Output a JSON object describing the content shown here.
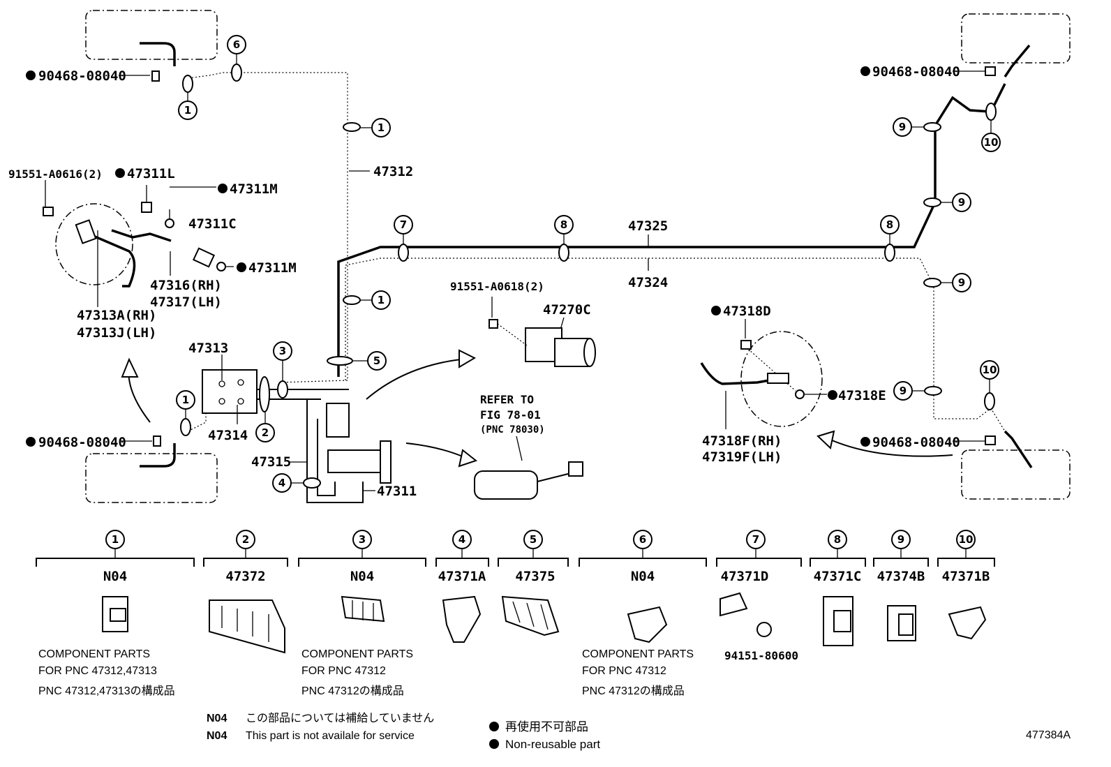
{
  "part_labels": {
    "p90468_tl": "90468-08040",
    "p90468_bl": "90468-08040",
    "p90468_tr": "90468-08040",
    "p90468_br": "90468-08040",
    "p91551_a0616": "91551-A0616(2)",
    "p47311L": "47311L",
    "p47311M_a": "47311M",
    "p47311C": "47311C",
    "p47311M_b": "47311M",
    "p47316": "47316(RH)",
    "p47317": "47317(LH)",
    "p47313A": "47313A(RH)",
    "p47313J": "47313J(LH)",
    "p47312": "47312",
    "p47313": "47313",
    "p47314": "47314",
    "p47315": "47315",
    "p47311": "47311",
    "p47325": "47325",
    "p47324": "47324",
    "p91551_a0618": "91551-A0618(2)",
    "p47270C": "47270C",
    "refer1": "REFER TO",
    "refer2": "FIG 78-01",
    "refer3": "(PNC 78030)",
    "p47318D": "47318D",
    "p47318E": "47318E",
    "p47318F": "47318F(RH)",
    "p47319F": "47319F(LH)"
  },
  "callout_numbers": [
    "1",
    "2",
    "3",
    "4",
    "5",
    "6",
    "7",
    "8",
    "9",
    "10"
  ],
  "clamps": [
    {
      "no": "1",
      "pnc": "N04"
    },
    {
      "no": "2",
      "pnc": "47372"
    },
    {
      "no": "3",
      "pnc": "N04"
    },
    {
      "no": "4",
      "pnc": "47371A"
    },
    {
      "no": "5",
      "pnc": "47375"
    },
    {
      "no": "6",
      "pnc": "N04"
    },
    {
      "no": "7",
      "pnc": "47371D"
    },
    {
      "no": "8",
      "pnc": "47371C"
    },
    {
      "no": "9",
      "pnc": "47374B"
    },
    {
      "no": "10",
      "pnc": "47371B"
    }
  ],
  "clamp_sub": {
    "p94151": "94151-80600"
  },
  "notes": {
    "c1_l1": "COMPONENT PARTS",
    "c1_l2": "FOR PNC 47312,47313",
    "c1_l3": "PNC 47312,47313の構成品",
    "c3_l1": "COMPONENT PARTS",
    "c3_l2": "FOR PNC 47312",
    "c3_l3": "PNC 47312の構成品",
    "c6_l1": "COMPONENT PARTS",
    "c6_l2": "FOR PNC 47312",
    "c6_l3": "PNC 47312の構成品"
  },
  "legend": {
    "n04_a": "N04",
    "n04_a_text": "この部品については補給していません",
    "n04_b": "N04",
    "n04_b_text": "This part is not availale for service",
    "nr_jp": "再使用不可部品",
    "nr_en": "Non-reusable part"
  },
  "figure_code": "477384A"
}
